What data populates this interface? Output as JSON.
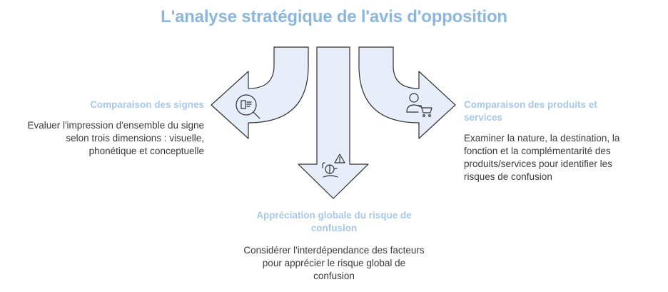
{
  "title": "L'analyse stratégique de l'avis d'opposition",
  "colors": {
    "arrow_fill": "#e8eef9",
    "arrow_stroke": "#2f2f2f",
    "heading": "#a7c8ea",
    "title": "#8cb6dc",
    "text": "#3a3a3a"
  },
  "branches": {
    "left": {
      "heading": "Comparaison des signes",
      "description": "Evaluer l'impression d'ensemble du signe selon trois dimensions : visuelle, phonétique et conceptuelle",
      "icon": "document-search-icon"
    },
    "middle": {
      "heading": "Appréciation globale du risque de confusion",
      "description": "Considérer l'interdépendance des facteurs pour apprécier le risque global de confusion",
      "icon": "warning-scale-icon"
    },
    "right": {
      "heading": "Comparaison des produits et services",
      "description": "Examiner la nature, la destination, la fonction et la complémentarité des produits/services pour identifier les risques de confusion",
      "icon": "user-cart-icon"
    }
  }
}
